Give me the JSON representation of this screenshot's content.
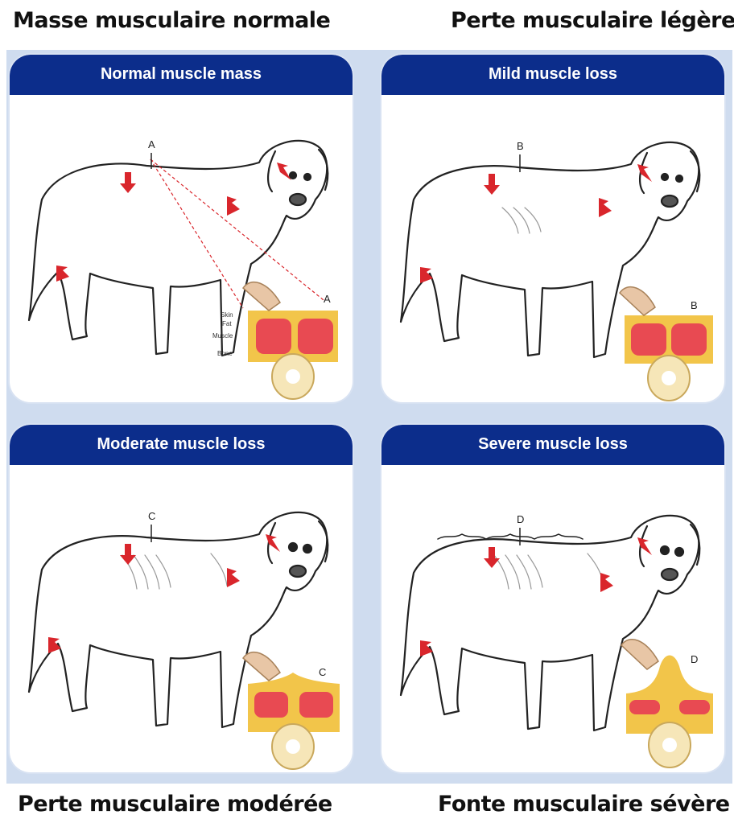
{
  "captions": {
    "top_left": "Masse musculaire normale",
    "top_right": "Perte musculaire légère",
    "bottom_left": "Perte musculaire modérée",
    "bottom_right": "Fonte musculaire sévère"
  },
  "panels": [
    {
      "title": "Normal muscle mass",
      "marker": "A",
      "cross_section_labels": [
        "Skin",
        "Fat",
        "Muscle",
        "Bone"
      ]
    },
    {
      "title": "Mild muscle loss",
      "marker": "B"
    },
    {
      "title": "Moderate muscle loss",
      "marker": "C"
    },
    {
      "title": "Severe muscle loss",
      "marker": "D"
    }
  ],
  "colors": {
    "header_blue": "#0c2d8b",
    "arrow_red": "#d9262c",
    "muscle_red": "#e84a52",
    "fat_yellow": "#f2c54a",
    "bone_cream": "#f6e6b8",
    "background_blue": "#cfdcef"
  }
}
